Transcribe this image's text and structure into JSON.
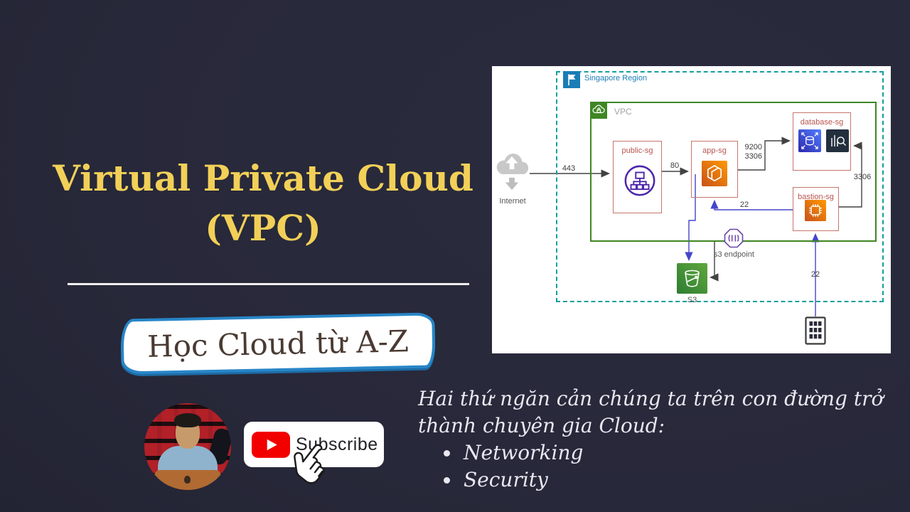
{
  "colors": {
    "background": "#272839",
    "title_yellow": "#F2D058",
    "badge_border_blue": "#2886C8",
    "region_border_teal": "#149E9E",
    "region_label_blue": "#1A7DB5",
    "vpc_border_green": "#3F8624",
    "security_group_red": "#B85450",
    "arrow_dark": "#424242",
    "arrow_blue": "#4445C8",
    "youtube_red": "#F20000"
  },
  "left": {
    "title_line1": "Virtual Private Cloud",
    "title_line2": "(VPC)",
    "badge": "Học Cloud từ A-Z"
  },
  "footer": {
    "subscribe_label": "Subscribe"
  },
  "outro": {
    "line1": "Hai thứ ngăn cản chúng ta trên con đường trở",
    "line2": "thành chuyên gia Cloud:",
    "bullets": [
      "Networking",
      "Security"
    ]
  },
  "diagram": {
    "region_label": "Singapore Region",
    "vpc_label": "VPC",
    "internet_label": "Internet",
    "s3_label": "S3",
    "s3_endpoint_label": "s3 endpoint",
    "groups": [
      {
        "label": "public-sg",
        "icon": "load-balancer"
      },
      {
        "label": "app-sg",
        "icon": "ec2-instances"
      },
      {
        "label": "database-sg",
        "icon": "rds-and-opensearch"
      },
      {
        "label": "bastion-sg",
        "icon": "ec2-instance"
      }
    ],
    "ports": {
      "internet_to_public": "443",
      "public_to_app": "80",
      "app_to_db_1": "9200",
      "app_to_db_2": "3306",
      "bastion_to_db": "3306",
      "bastion_to_app": "22",
      "office_to_bastion": "22"
    }
  }
}
